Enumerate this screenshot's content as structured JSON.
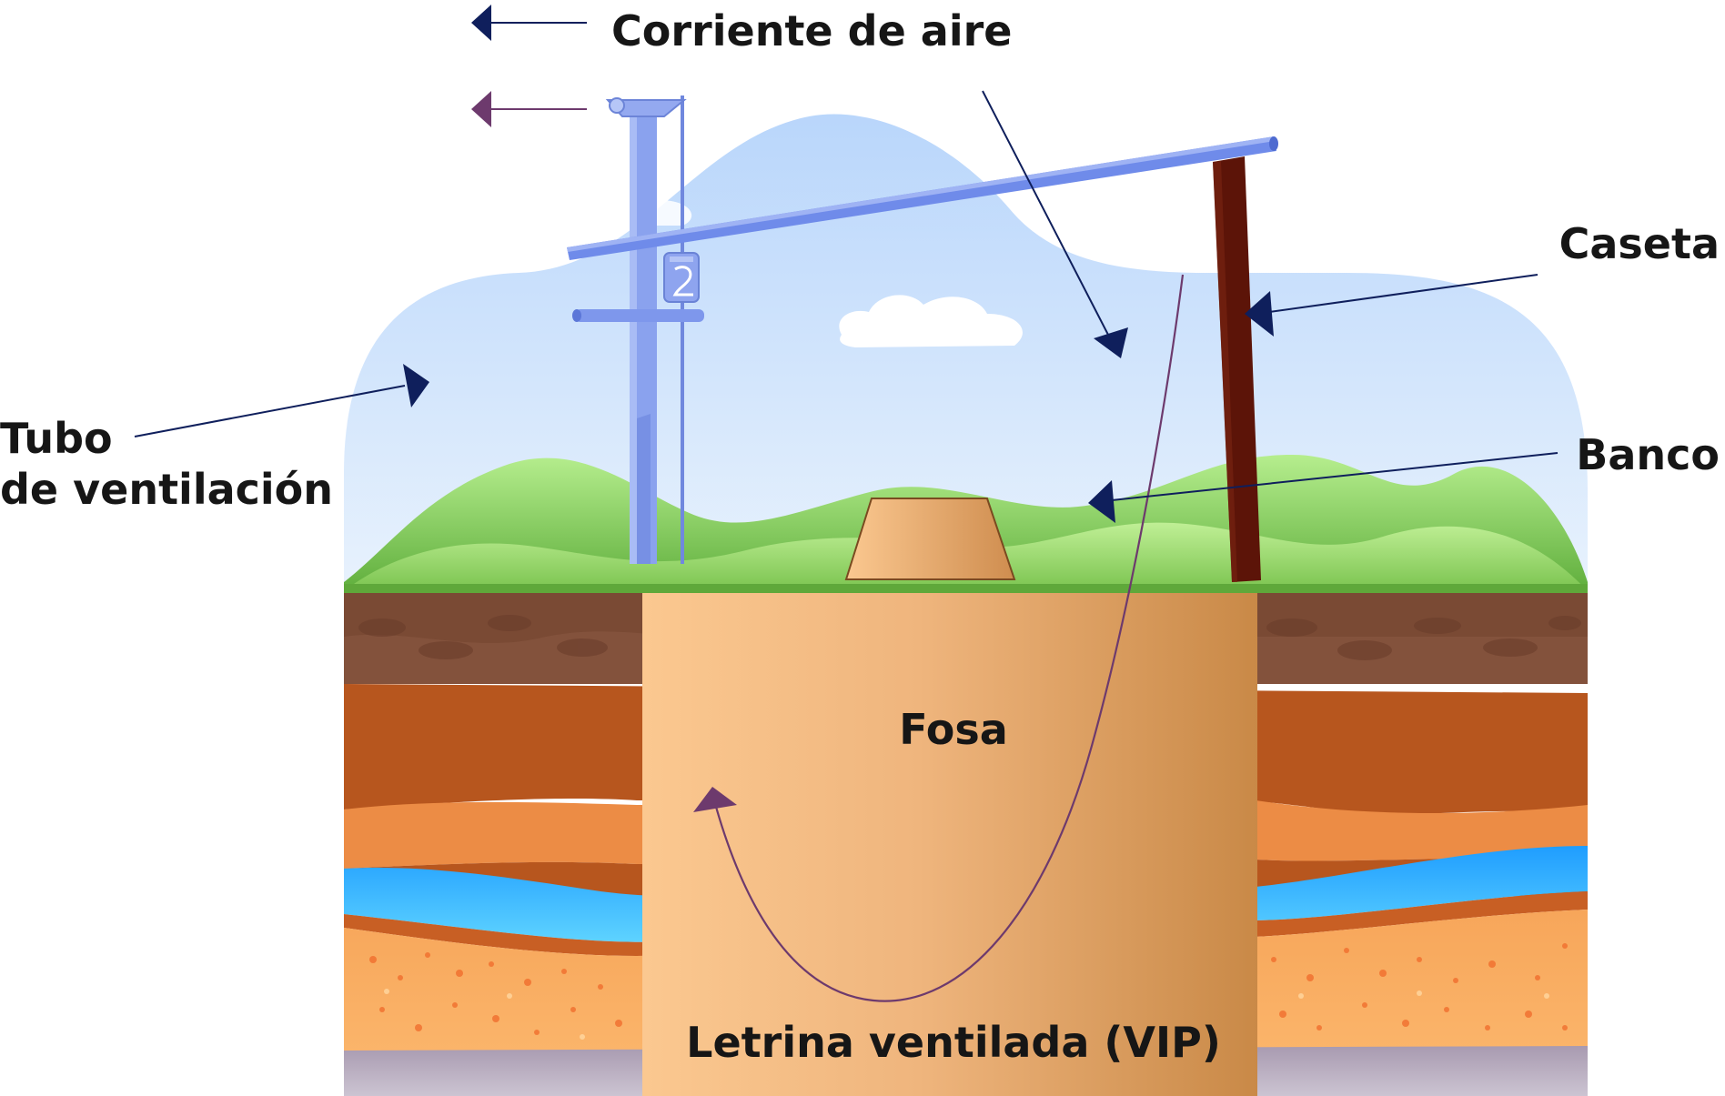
{
  "labels": {
    "corriente": "Corriente de aire",
    "caseta": "Caseta",
    "banco": "Banco",
    "tubo_line1": "Tubo",
    "tubo_line2": "de ventilación",
    "fosa": "Fosa",
    "titulo": "Letrina ventilada (VIP)"
  },
  "colors": {
    "navy_arrow": "#0f1f5c",
    "purple_arrow": "#6d3a6d",
    "sky": "#cfe3fb",
    "grass": "#7cc64a",
    "pit": "#f2b77c",
    "pole": "#5a1408",
    "pipe": "#7e97ec",
    "water": "#2fb4ff"
  },
  "icons": {
    "vent_cap": "vent-cap-icon",
    "fly_screen": "fly-screen-icon"
  }
}
